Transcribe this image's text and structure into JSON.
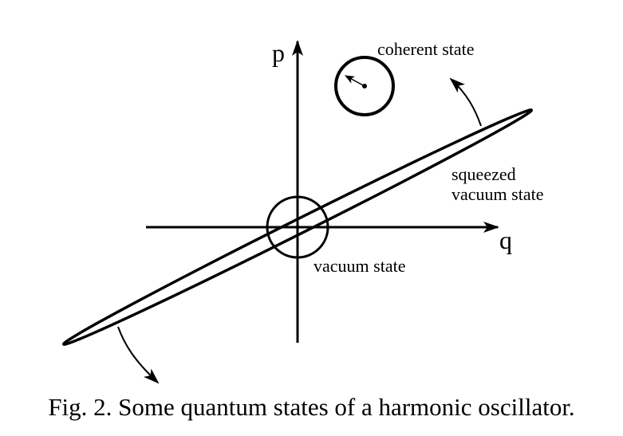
{
  "diagram": {
    "axes": {
      "horizontal_label": "q",
      "vertical_label": "p"
    },
    "states": {
      "coherent": "coherent state",
      "squeezed_line1": "squeezed",
      "squeezed_line2": "vacuum state",
      "vacuum": "vacuum state"
    }
  },
  "caption": "Fig. 2. Some quantum states of a harmonic oscillator."
}
